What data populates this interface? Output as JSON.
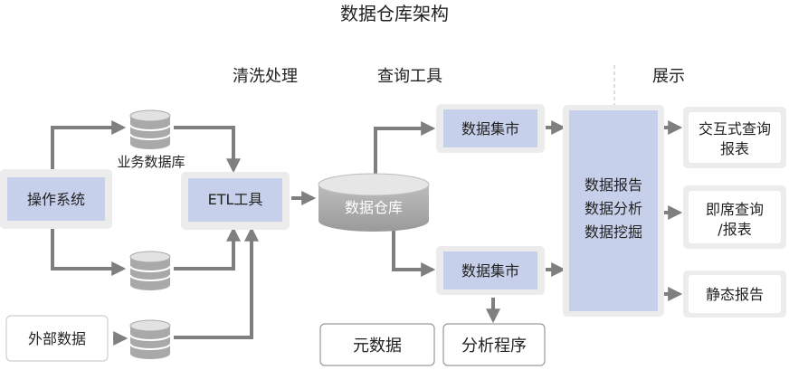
{
  "title": "数据仓库架构",
  "sections": {
    "clean": "清洗处理",
    "query": "查询工具",
    "display": "展示"
  },
  "nodes": {
    "os": "操作系统",
    "business_db": "业务数据库",
    "external": "外部数据",
    "etl": "ETL工具",
    "warehouse": "数据仓库",
    "mart_top": "数据集市",
    "mart_bottom": "数据集市",
    "metadata": "元数据",
    "analysis_program": "分析程序",
    "report_lines": [
      "数据报告",
      "数据分析",
      "数据挖掘"
    ],
    "interactive_lines": [
      "交互式查询",
      "报表"
    ],
    "adhoc_lines": [
      "即席查询",
      "/报表"
    ],
    "static_report": "静态报告"
  },
  "colors": {
    "box_fill": "#c7d0ea",
    "box_bg": "#ececec",
    "white_box_border": "#cfcfcf",
    "arrow": "#7f7f7f",
    "db_top": "#e2e2e2",
    "db_body": "#a9a9a9",
    "divider": "#bdbdbd"
  }
}
